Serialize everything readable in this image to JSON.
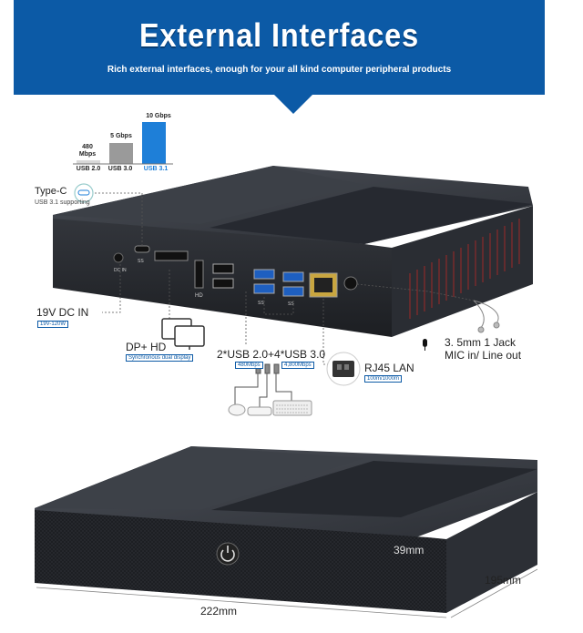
{
  "header": {
    "title": "External Interfaces",
    "subtitle": "Rich external interfaces, enough for your all kind computer peripheral products"
  },
  "speed_chart": {
    "categories": [
      "USB 2.0",
      "USB 3.0",
      "USB 3.1"
    ],
    "value_labels": [
      "480\nMbps",
      "5 Gbps",
      "10 Gbps"
    ],
    "values_mbps": [
      480,
      5000,
      10000
    ],
    "colors": [
      "#d8d8d8",
      "#9a9a9a",
      "#1e7fd8"
    ]
  },
  "ports": {
    "typec": {
      "label": "Type-C",
      "sub": "USB 3.1 supporting"
    },
    "dc": {
      "label": "19V DC IN",
      "badge": "19V-120W"
    },
    "dp_hd": {
      "label": "DP+ HD",
      "badge": "Synchronous dual display"
    },
    "usb": {
      "label": "2*USB 2.0+4*USB 3.0",
      "badge1": "480Mbps",
      "badge2": "4,800Mbps"
    },
    "lan": {
      "label": "RJ45 LAN",
      "badge": "100m/1000m"
    },
    "audio": {
      "line1": "3. 5mm 1 Jack",
      "line2": "MIC in/ Line out"
    }
  },
  "port_marks": {
    "dc": "DC IN",
    "hd": "HD",
    "typec": "SS",
    "ss1": "SS",
    "ss2": "SS"
  },
  "dimensions": {
    "height": "39mm",
    "depth": "195mm",
    "width": "222mm"
  },
  "icons": [
    "usb-cable-icon",
    "monitor-icon",
    "mouse-icon",
    "keyboard-icon",
    "flash-drive-icon",
    "microphone-icon",
    "headphone-icon",
    "power-icon",
    "lan-icon"
  ],
  "theme": {
    "banner": "#0c5aa6",
    "accent": "#1e7fd8",
    "case": "#2d3036"
  }
}
